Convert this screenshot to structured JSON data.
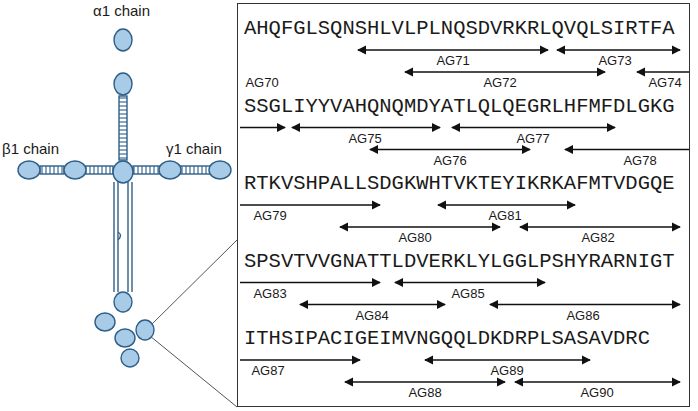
{
  "diagram": {
    "nodes": [
      {
        "text": [
          "AHQFGLSQNSHLVLPLNQSDVRKRLQVQLSIRTFA",
          "SSGLIYYVAHQNQMDYATLQLQEGRLHFMFDLGKG",
          "RTKVSHPALLSDGKWHTVKTEYIKRKAFMTVDGQE",
          "SPSVTVVGNATTLDVERKLYLGGLPSHYRARNIGT",
          "ITHSIPACIGEIMVNGQQLDKDRPLSASAVDRC"
        ]
      }
    ],
    "labels": [
      "α1 chain",
      "β1 chain",
      "γ1 chain",
      "AG71",
      "AG73",
      "AG70",
      "AG72",
      "AG74",
      "AG75",
      "AG77",
      "AG76",
      "AG78",
      "AG79",
      "AG81",
      "AG80",
      "AG82",
      "AG83",
      "AG85",
      "AG84",
      "AG86",
      "AG87",
      "AG89",
      "AG88",
      "AG90"
    ]
  }
}
